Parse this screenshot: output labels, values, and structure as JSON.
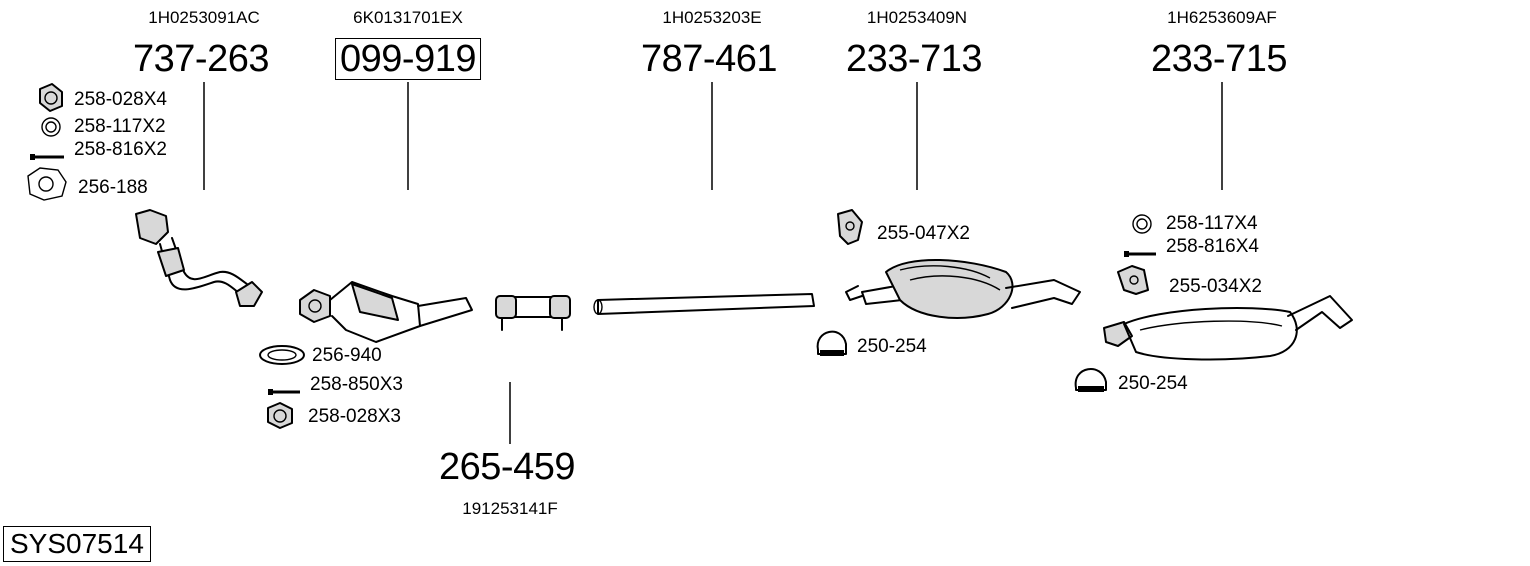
{
  "system_code": "SYS07514",
  "parts": [
    {
      "oem": "1H0253091AC",
      "number": "737-263"
    },
    {
      "oem": "6K0131701EX",
      "number": "099-919"
    },
    {
      "oem": "1H0253203E",
      "number": "787-461"
    },
    {
      "oem": "1H0253409N",
      "number": "233-713"
    },
    {
      "oem": "1H6253609AF",
      "number": "233-715"
    },
    {
      "oem": "191253141F",
      "number": "265-459"
    }
  ],
  "accessories": {
    "manifold_nut": "258-028X4",
    "manifold_ring": "258-117X2",
    "manifold_bolt": "258-816X2",
    "manifold_gasket": "256-188",
    "cat_gasket": "256-940",
    "cat_bolt": "258-850X3",
    "cat_nut": "258-028X3",
    "mid_hanger": "255-047X2",
    "mid_clamp": "250-254",
    "rear_ring": "258-117X4",
    "rear_bolt": "258-816X4",
    "rear_hanger": "255-034X2",
    "rear_clamp": "250-254"
  }
}
